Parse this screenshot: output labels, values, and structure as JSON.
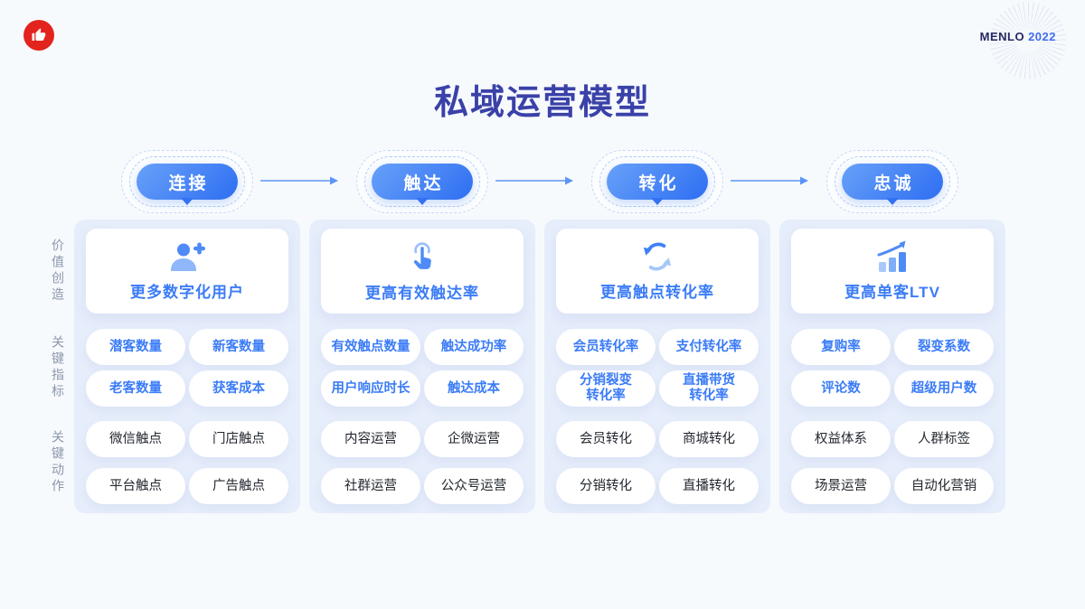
{
  "header": {
    "title": "私域运营模型",
    "brand": "MENLO",
    "year": "2022",
    "brand_badge_icon": "thumbs-up-icon",
    "brand_badge_color": "#e3231d"
  },
  "colors": {
    "accent_blue": "#3b7cf6",
    "title_indigo": "#3a41a8",
    "panel_bg": "#e6edfb",
    "stage_gradient_start": "#68a1f9",
    "stage_gradient_end": "#2e6ef2",
    "page_bg": "#f7fafd"
  },
  "row_labels": [
    "价值创造",
    "关键指标",
    "关键动作"
  ],
  "stages": [
    {
      "stage_label": "连接",
      "value_icon": "user-plus-icon",
      "value_text": "更多数字化用户",
      "metrics": [
        "潜客数量",
        "新客数量",
        "老客数量",
        "获客成本"
      ],
      "actions": [
        "微信触点",
        "门店触点",
        "平台触点",
        "广告触点"
      ]
    },
    {
      "stage_label": "触达",
      "value_icon": "tap-icon",
      "value_text": "更高有效触达率",
      "metrics": [
        "有效触点数量",
        "触达成功率",
        "用户响应时长",
        "触达成本"
      ],
      "actions": [
        "内容运营",
        "企微运营",
        "社群运营",
        "公众号运营"
      ]
    },
    {
      "stage_label": "转化",
      "value_icon": "sync-arrows-icon",
      "value_text": "更高触点转化率",
      "metrics": [
        "会员转化率",
        "支付转化率",
        "分销裂变\n转化率",
        "直播带货\n转化率"
      ],
      "actions": [
        "会员转化",
        "商城转化",
        "分销转化",
        "直播转化"
      ]
    },
    {
      "stage_label": "忠诚",
      "value_icon": "growth-chart-icon",
      "value_text": "更高单客LTV",
      "metrics": [
        "复购率",
        "裂变系数",
        "评论数",
        "超级用户数"
      ],
      "actions": [
        "权益体系",
        "人群标签",
        "场景运营",
        "自动化营销"
      ]
    }
  ]
}
